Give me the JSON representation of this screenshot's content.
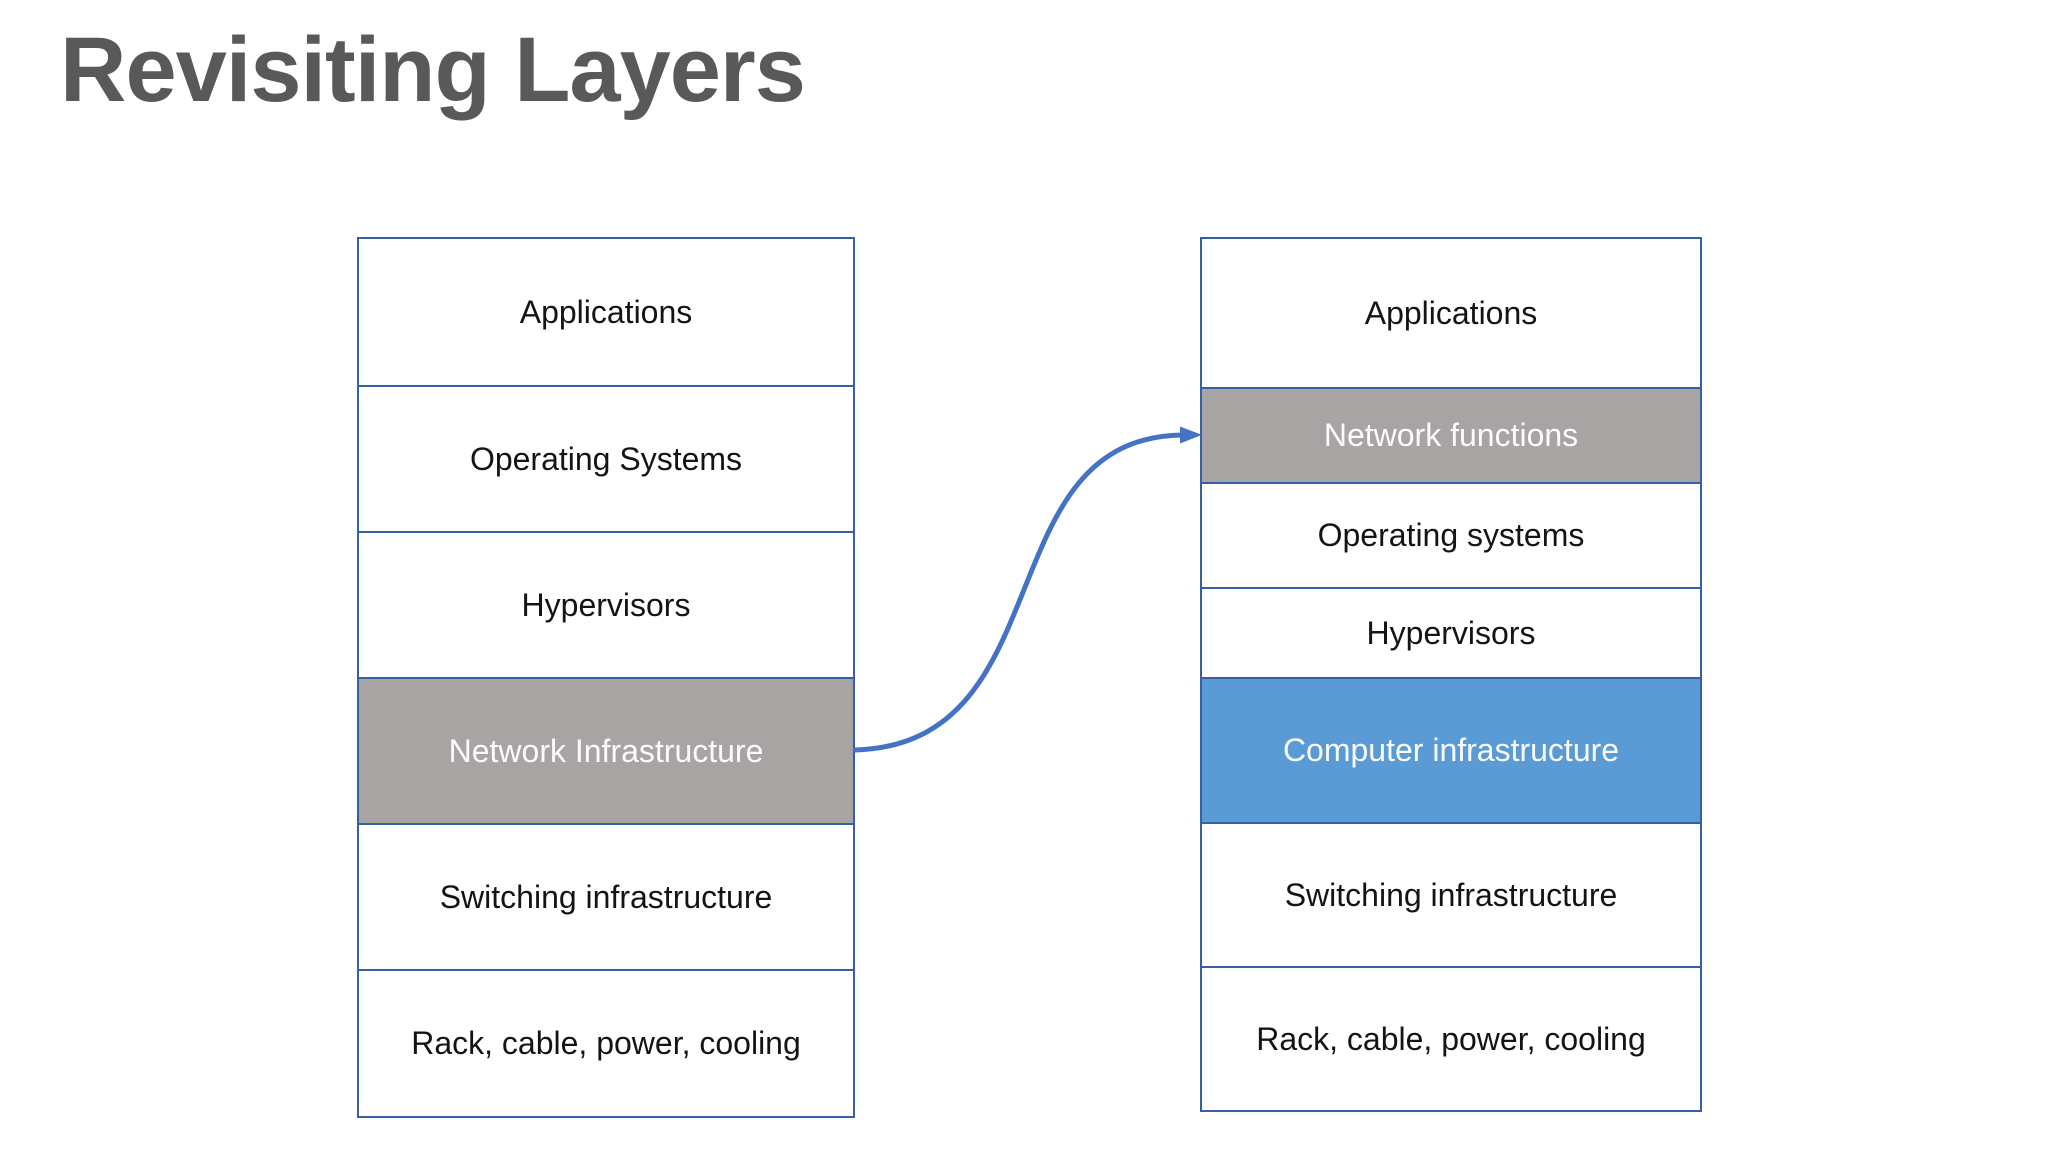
{
  "title": "Revisiting Layers",
  "colors": {
    "title_text": "#595959",
    "box_border": "#3560A5",
    "gray_highlight_fill": "#A9A4A4",
    "blue_highlight_fill": "#5B9BD5",
    "arrow": "#4472C4",
    "dark_text": "#141414",
    "light_text": "#FBFBFB",
    "background": "#FFFFFF"
  },
  "stacks": {
    "left": {
      "layers": [
        {
          "label": "Applications",
          "emphasis": "none"
        },
        {
          "label": "Operating Systems",
          "emphasis": "none"
        },
        {
          "label": "Hypervisors",
          "emphasis": "none"
        },
        {
          "label": "Network Infrastructure",
          "emphasis": "gray"
        },
        {
          "label": "Switching infrastructure",
          "emphasis": "none"
        },
        {
          "label": "Rack, cable, power, cooling",
          "emphasis": "none"
        }
      ]
    },
    "right": {
      "layers": [
        {
          "label": "Applications",
          "emphasis": "none"
        },
        {
          "label": "Network functions",
          "emphasis": "gray"
        },
        {
          "label": "Operating systems",
          "emphasis": "none"
        },
        {
          "label": "Hypervisors",
          "emphasis": "none"
        },
        {
          "label": "Computer infrastructure",
          "emphasis": "blue"
        },
        {
          "label": "Switching infrastructure",
          "emphasis": "none"
        },
        {
          "label": "Rack, cable, power, cooling",
          "emphasis": "none"
        }
      ]
    }
  },
  "arrow": {
    "from": "Network Infrastructure (left stack)",
    "to": "Network functions (right stack)"
  }
}
